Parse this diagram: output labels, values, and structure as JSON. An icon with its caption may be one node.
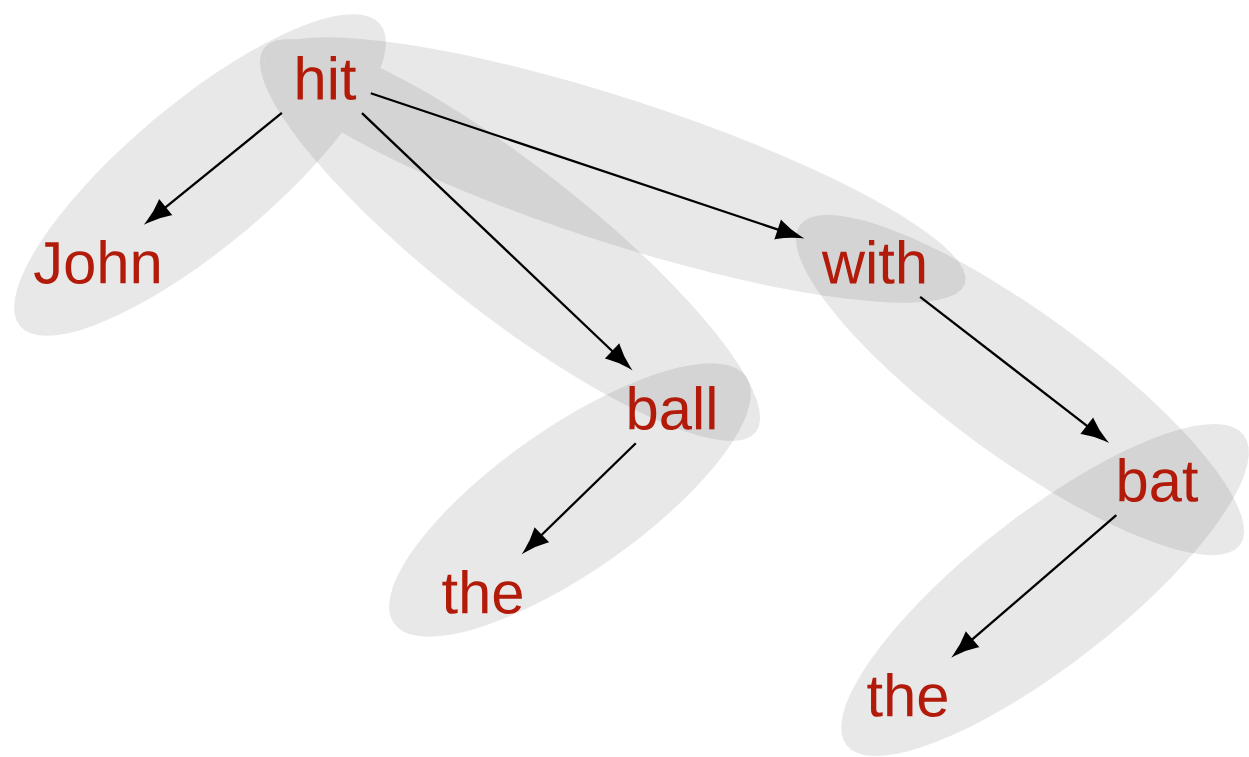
{
  "diagram": {
    "nodes": [
      {
        "text": [
          "hit"
        ]
      },
      {
        "text": [
          "John"
        ]
      },
      {
        "text": [
          "ball"
        ]
      },
      {
        "text": [
          "with"
        ]
      },
      {
        "text": [
          "the"
        ]
      },
      {
        "text": [
          "bat"
        ]
      },
      {
        "text": [
          "the"
        ]
      }
    ],
    "edges": [
      {
        "from": 0,
        "to": 1,
        "arrow": "to"
      },
      {
        "from": 0,
        "to": 2,
        "arrow": "to"
      },
      {
        "from": 0,
        "to": 3,
        "arrow": "to"
      },
      {
        "from": 2,
        "to": 4,
        "arrow": "to"
      },
      {
        "from": 3,
        "to": 5,
        "arrow": "to"
      },
      {
        "from": 5,
        "to": 6,
        "arrow": "to"
      }
    ]
  }
}
